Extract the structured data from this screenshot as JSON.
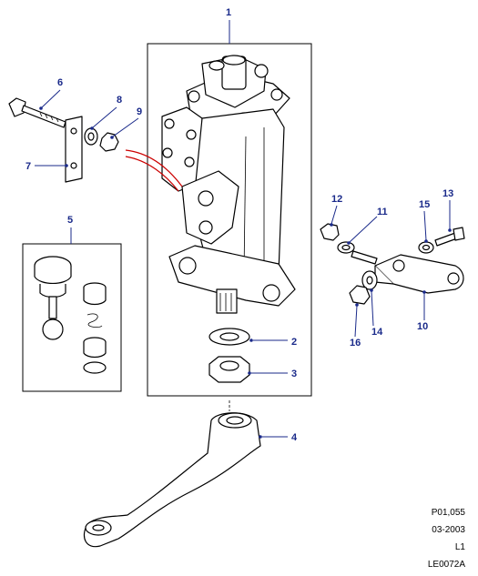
{
  "callouts": {
    "c1": "1",
    "c2": "2",
    "c3": "3",
    "c4": "4",
    "c5": "5",
    "c6": "6",
    "c7": "7",
    "c8": "8",
    "c9": "9",
    "c10": "10",
    "c11": "11",
    "c12": "12",
    "c13": "13",
    "c14": "14",
    "c15": "15",
    "c16": "16"
  },
  "footer": {
    "ref": "P01,055",
    "date": "03-2003",
    "level": "L1",
    "code": "LE0072A"
  },
  "colors": {
    "callout": "#1a2a8a",
    "highlight": "#cc0000",
    "line": "#000000"
  }
}
